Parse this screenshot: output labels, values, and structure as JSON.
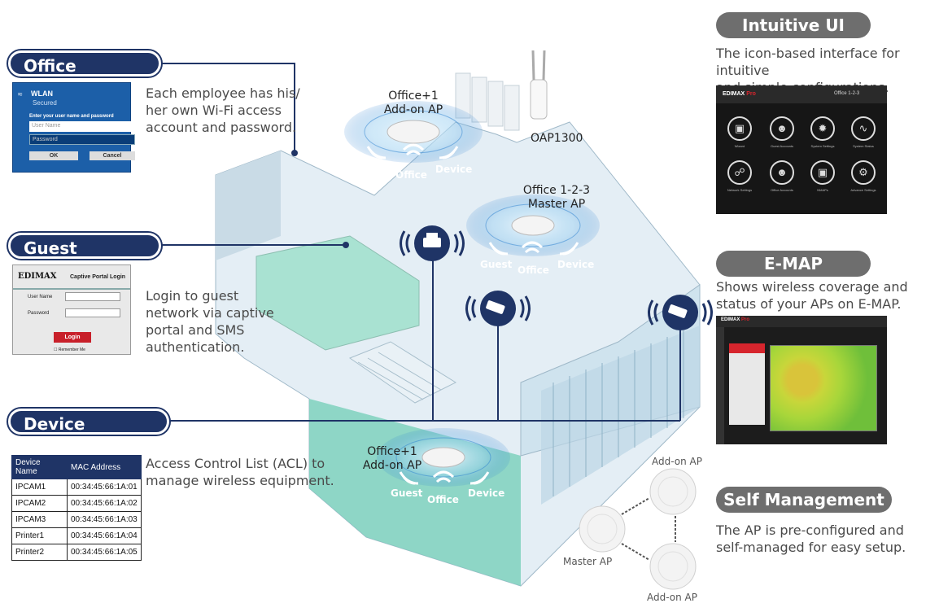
{
  "office_network": {
    "title": "Office Network",
    "description": [
      "Each employee has his/",
      "her own Wi-Fi access",
      "account and password."
    ],
    "login": {
      "heading": "WLAN",
      "subheading": "Secured",
      "prompt": "Enter your user name and password",
      "username_placeholder": "User Name",
      "password_placeholder": "Password",
      "ok_label": "OK",
      "cancel_label": "Cancel"
    }
  },
  "guest_network": {
    "title": "Guest Network",
    "description": [
      "Login to guest",
      "network via captive",
      "portal and SMS",
      "authentication."
    ],
    "portal": {
      "logo": "EDIMAX",
      "title": "Captive Portal Login",
      "username_label": "User Name",
      "password_label": "Password",
      "login_label": "Login",
      "remember_label": "Remember Me"
    }
  },
  "device_network": {
    "title": "Device Network",
    "description": [
      "Access Control List (ACL) to",
      "manage wireless equipment."
    ],
    "acl_table": {
      "headers": [
        "Device Name",
        "MAC Address"
      ],
      "rows": [
        [
          "IPCAM1",
          "00:34:45:66:1A:01"
        ],
        [
          "IPCAM2",
          "00:34:45:66:1A:02"
        ],
        [
          "IPCAM3",
          "00:34:45:66:1A:03"
        ],
        [
          "Printer1",
          "00:34:45:66:1A:04"
        ],
        [
          "Printer2",
          "00:34:45:66:1A:05"
        ]
      ]
    }
  },
  "building": {
    "ap_top": [
      "Office+1",
      "Add-on AP"
    ],
    "ap_master": [
      "Office 1-2-3",
      "Master AP"
    ],
    "ap_bottom": [
      "Office+1",
      "Add-on AP"
    ],
    "outdoor_ap": "OAP1300",
    "ssid_labels": {
      "guest": "Guest",
      "office": "Office",
      "device": "Device"
    }
  },
  "intuitive_ui": {
    "title": "Intuitive UI",
    "description": [
      "The icon-based interface for intuitive",
      "and simple configurations."
    ],
    "screen": {
      "brand": "EDIMAX",
      "brand_suffix": "Pro",
      "location": "Office 1-2-3",
      "icons": [
        "Wizard",
        "Guest Accounts",
        "System Settings",
        "System Status",
        "Network Settings",
        "Office Accounts",
        "NMAPs",
        "Advance Settings"
      ]
    }
  },
  "emap": {
    "title": "E-MAP",
    "description": [
      "Shows wireless coverage and",
      "status of  your APs on E-MAP."
    ]
  },
  "self_management": {
    "title": "Self Management",
    "description": [
      "The AP is pre-configured and",
      "self-managed for easy setup."
    ],
    "nodes": {
      "top": "Add-on AP",
      "left": "Master AP",
      "bottom": "Add-on AP"
    }
  },
  "colors": {
    "navy": "#1f3466",
    "grey_pill": "#6e6e6e",
    "floor_green": "#8fd6c0",
    "wall_blue": "#bcd6e6"
  }
}
